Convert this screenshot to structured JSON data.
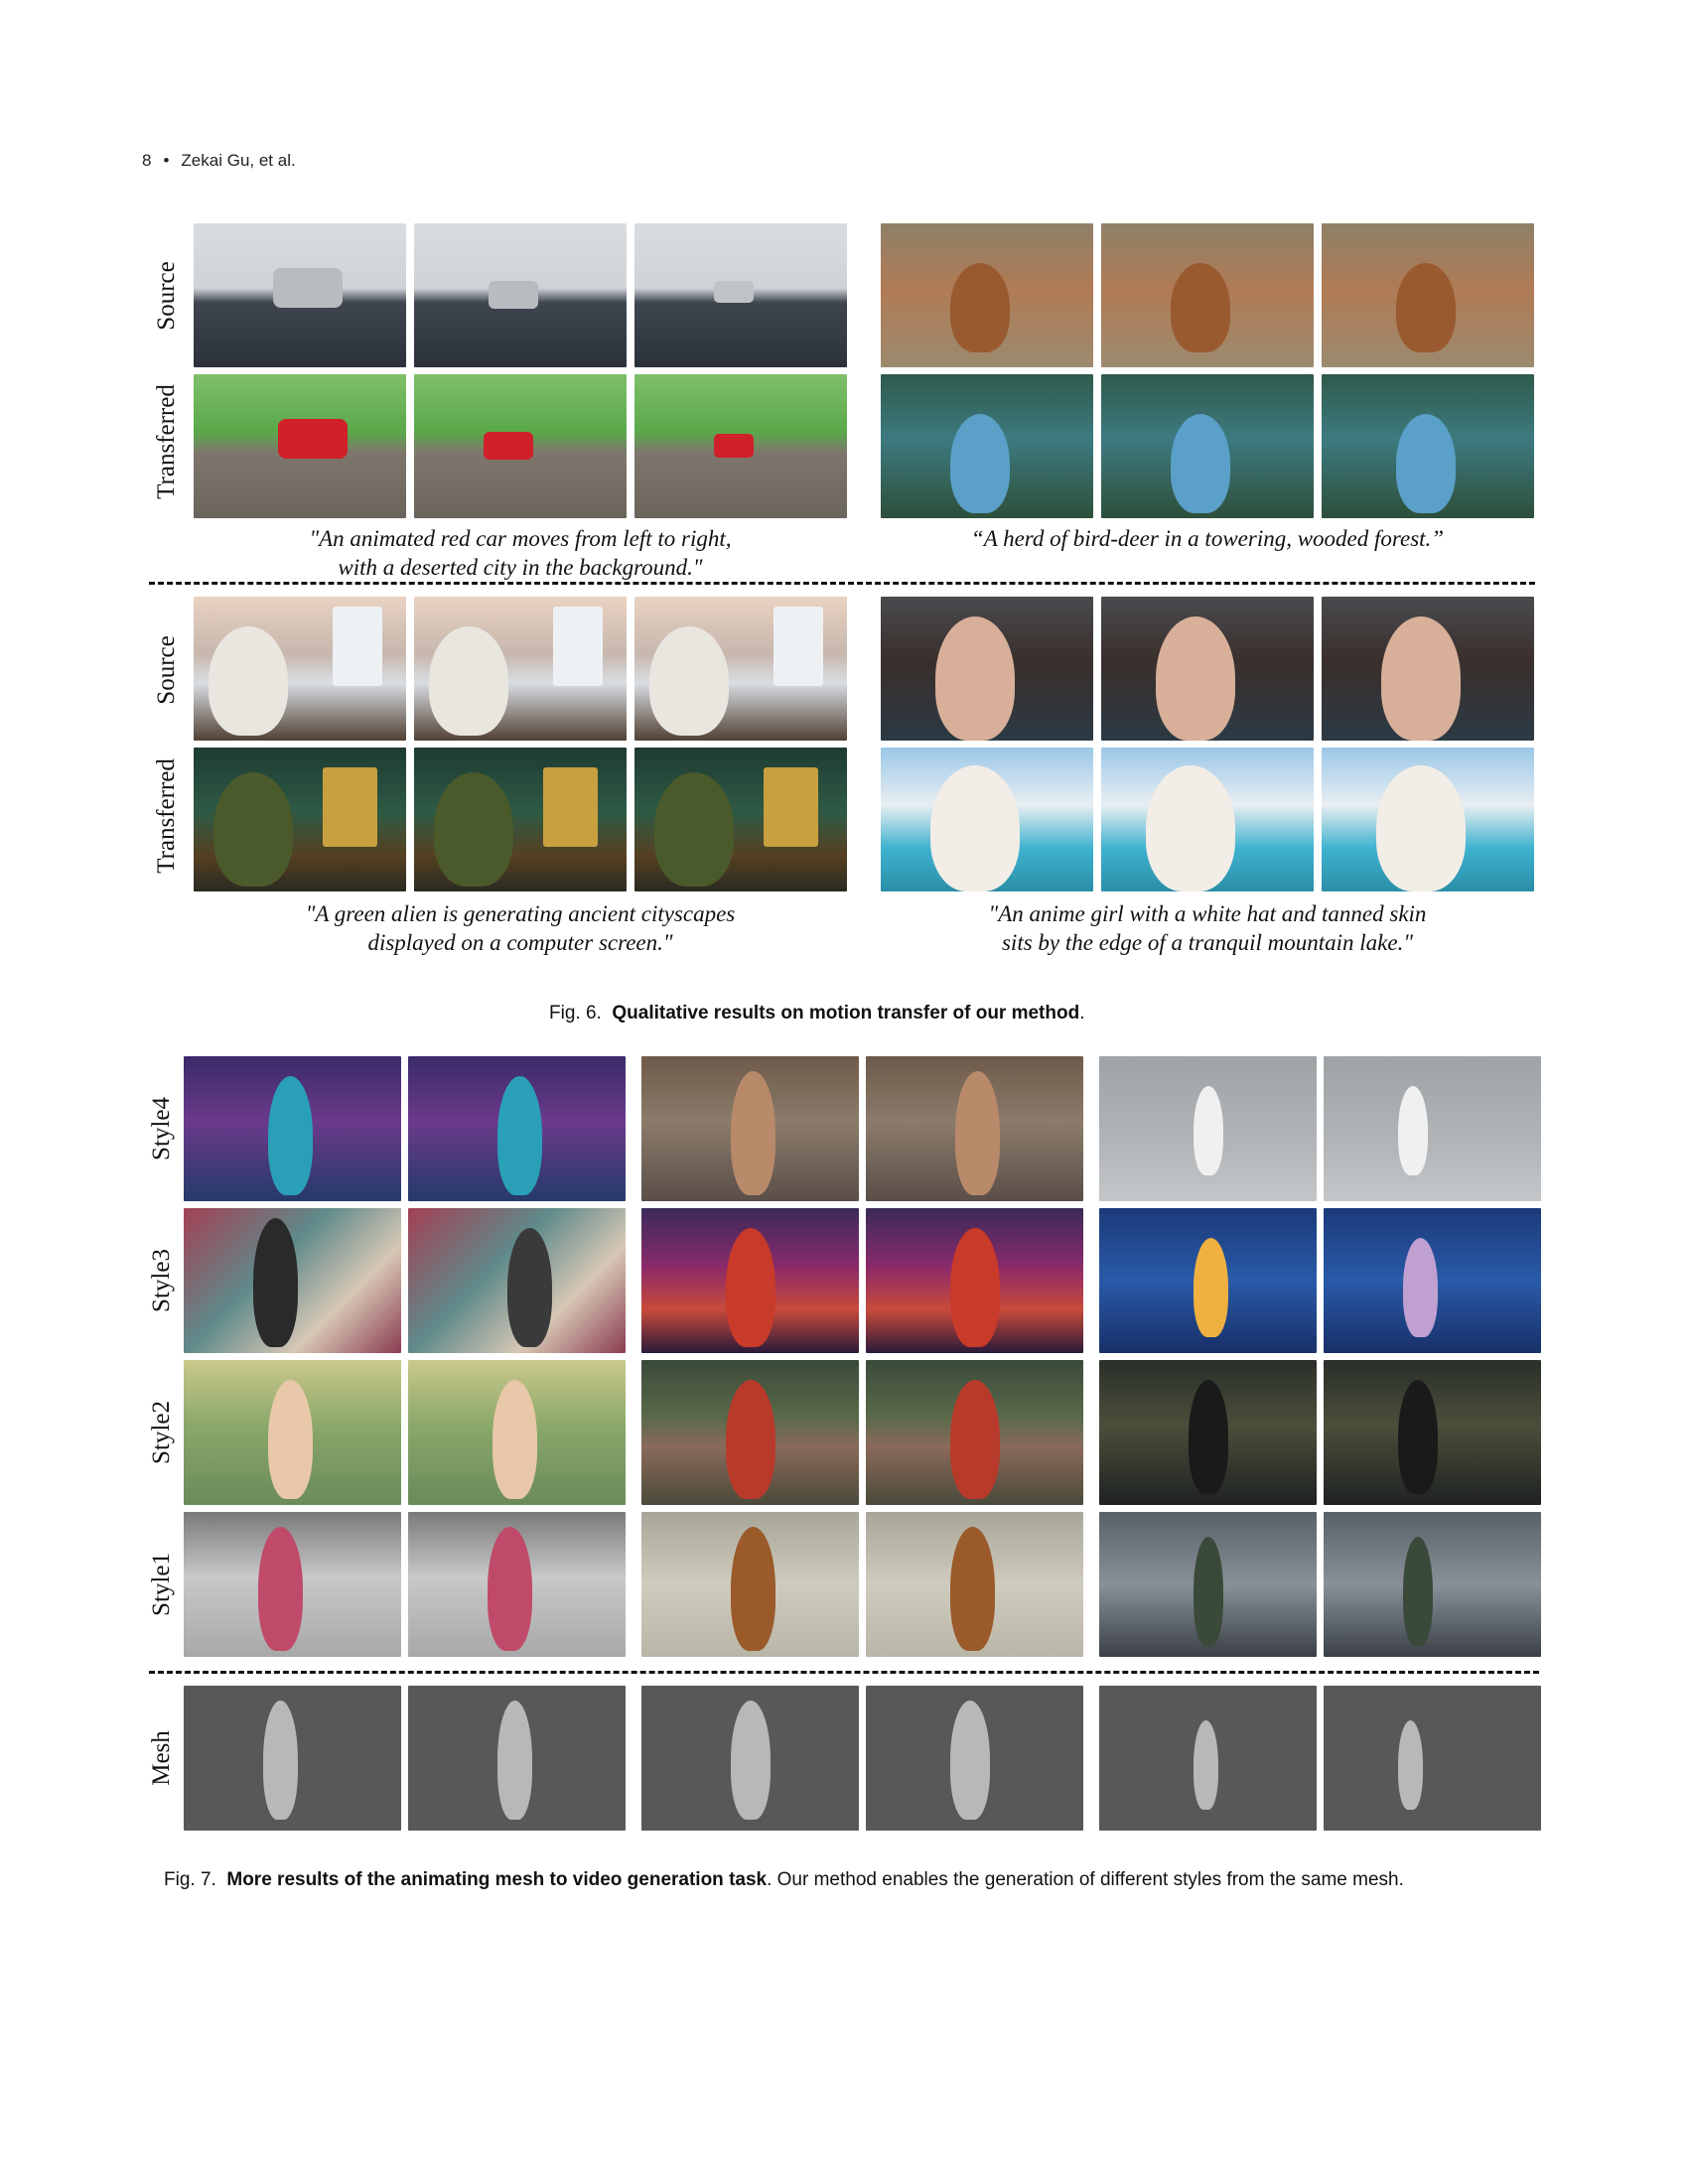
{
  "header": {
    "page_number": "8",
    "bullet": "•",
    "authors": "Zekai Gu, et al."
  },
  "fig6": {
    "row_labels": {
      "source": "Source",
      "transferred": "Transferred"
    },
    "prompts": {
      "car_line1": "\"An animated red car moves from left to right,",
      "car_line2": "with a deserted city in the background.\"",
      "deer": "“A herd of bird-deer in a towering, wooded forest.”",
      "alien_line1": "\"A green alien is generating ancient cityscapes",
      "alien_line2": "displayed on a computer screen.\"",
      "anime_line1": "\"An anime girl with a white hat and tanned skin",
      "anime_line2": "sits by the edge of a tranquil mountain lake.\""
    },
    "caption_prefix": "Fig. 6.",
    "caption_bold": "Qualitative results on motion transfer of our method",
    "caption_end": "."
  },
  "fig7": {
    "row_labels": {
      "style4": "Style4",
      "style3": "Style3",
      "style2": "Style2",
      "style1": "Style1",
      "mesh": "Mesh"
    },
    "caption_prefix": "Fig. 7.",
    "caption_bold": "More results of the animating mesh to video generation task",
    "caption_rest": ". Our method enables the generation of different styles from the same mesh."
  }
}
